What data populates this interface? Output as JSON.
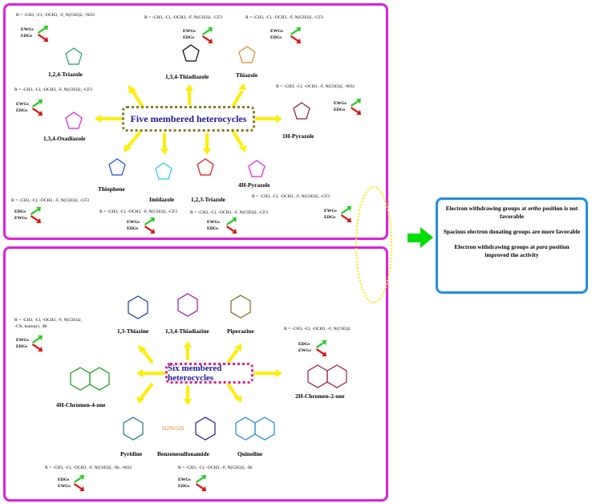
{
  "five": {
    "title": "Five membered heterocycles",
    "r_triazole124": "R = -CH3, -Cl, -OCH3, -F, N(CH3)2, -NO2",
    "r_thiadiazole": "R = -CH3, -Cl, -OCH3, -F, N(CH3)2, -CF3",
    "r_thiazole": "R = -CH3, -Cl, -OCH3, -F, N(CH3)2, -CF3",
    "r_oxadiazole": "R = -CH3, -Cl, -OCH3, -F, N(CH3)2, -CF3",
    "r_pyrazole1h": "R = -CH3, -Cl, -OCH3, -F, N(CH3)2, -NO2",
    "r_thiophene": "R = -CH3, -Cl, -OCH3, -F, N(CH3)2, -CF3",
    "r_imidazole": "R = -CH3, -Cl, -OCH3, -F, N(CH3)2, -CF3",
    "r_triazole123": "R = -CH3, -Cl, -OCH3, -F, N(CH3)2, -CF3",
    "r_pyrazole4h": "R = -CH3, -Cl, -OCH3, -F, N(CH3)2, -CF3",
    "n_triazole124": "1,2,4-Triazole",
    "n_thiadiazole": "1,3,4-Thiadiazole",
    "n_thiazole": "Thiazole",
    "n_oxadiazole": "1,3,4-Oxadiazole",
    "n_pyrazole1h": "1H-Pyrazole",
    "n_thiophene": "Thiophene",
    "n_imidazole": "Imidazole",
    "n_triazole123": "1,2,3-Triazole",
    "n_pyrazole4h": "4H-Pyrazole"
  },
  "six": {
    "title": "Six membered heterocycles",
    "r_chromen4": "R = -CH3, -Cl, -OCH3, -F, N(CH3)2,",
    "r_chromen4b": "-CN, Isobutyl, -Br",
    "r_chromen2": "R = -CH3, -Cl, -OCH3, -F, N(CH3)2",
    "r_pyridine": "R = -CH3, -Cl, -OCH3, -F, N(CH3)2, -Br, -NO2",
    "r_sulfonamide": "R = -CH3, -Cl, -OCH3, -F, N(CH3)2, -Br",
    "n_thiazine": "1,3-Thiazine",
    "n_thiadiazine": "1,3,4-Thiadiazine",
    "n_piperazine": "Piperazine",
    "n_chromen4": "4H-Chromen-4-one",
    "n_chromen2": "2H-Chromen-2-one",
    "n_pyridine": "Pyridine",
    "n_sulfonamide": "Benzenesulfonamide",
    "n_quinoline": "Quinoline",
    "h2no2s": "H2NO2S"
  },
  "labels": {
    "ewg": "EWGs",
    "edg": "EDGs"
  },
  "info": {
    "p1a": "Electron withdrawing groups at ",
    "p1b": "ortho",
    "p1c": " position is not favorable",
    "p2": "Spacious electron donating groups are more favorable",
    "p3a": "Electron withdrawing groups at ",
    "p3b": "para",
    "p3c": " position improved the activity"
  },
  "colors": {
    "panel_border": "#e020e0",
    "five_box_border": "#7f7f1f",
    "five_title": "#1a1a9a",
    "six_box_border": "#e0208a",
    "six_title": "#1a1a9a",
    "arrow_yellow": "#ffee00",
    "arrow_green_up": "#22cc22",
    "arrow_red_down": "#e01010",
    "info_border": "#1f8fe0",
    "ellipse": "#ffee00"
  }
}
